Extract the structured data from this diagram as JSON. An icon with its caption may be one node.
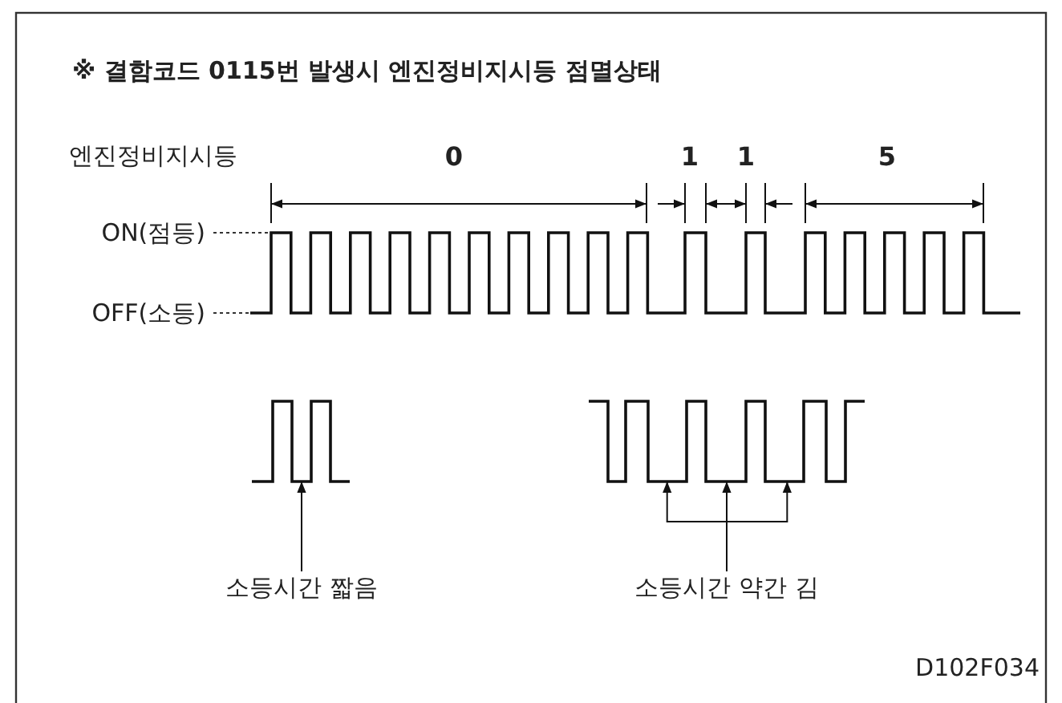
{
  "diagram": {
    "title": "※ 결함코드 0115번 발생시 엔진정비지시등 점멸상태",
    "nodes": [
      {
        "text": [],
        "shape": "waveform"
      },
      {
        "text": [],
        "shape": "waveform"
      },
      {
        "text": [
          "소등시간 짧음"
        ]
      },
      {
        "text": [
          "소등시간 약간 김"
        ]
      }
    ],
    "edges": [
      {
        "from": 2,
        "to": 0,
        "arrow": "to"
      },
      {
        "from": 3,
        "to": 1,
        "arrow": "to"
      },
      {
        "from": 3,
        "to": 1,
        "arrow": "to"
      },
      {
        "from": 3,
        "to": 1,
        "arrow": "to"
      }
    ],
    "labels": [
      "엔진정비지시등",
      "0",
      "1",
      "1",
      "5",
      "ON(점등)",
      "OFF(소등)",
      "D102F034"
    ]
  }
}
